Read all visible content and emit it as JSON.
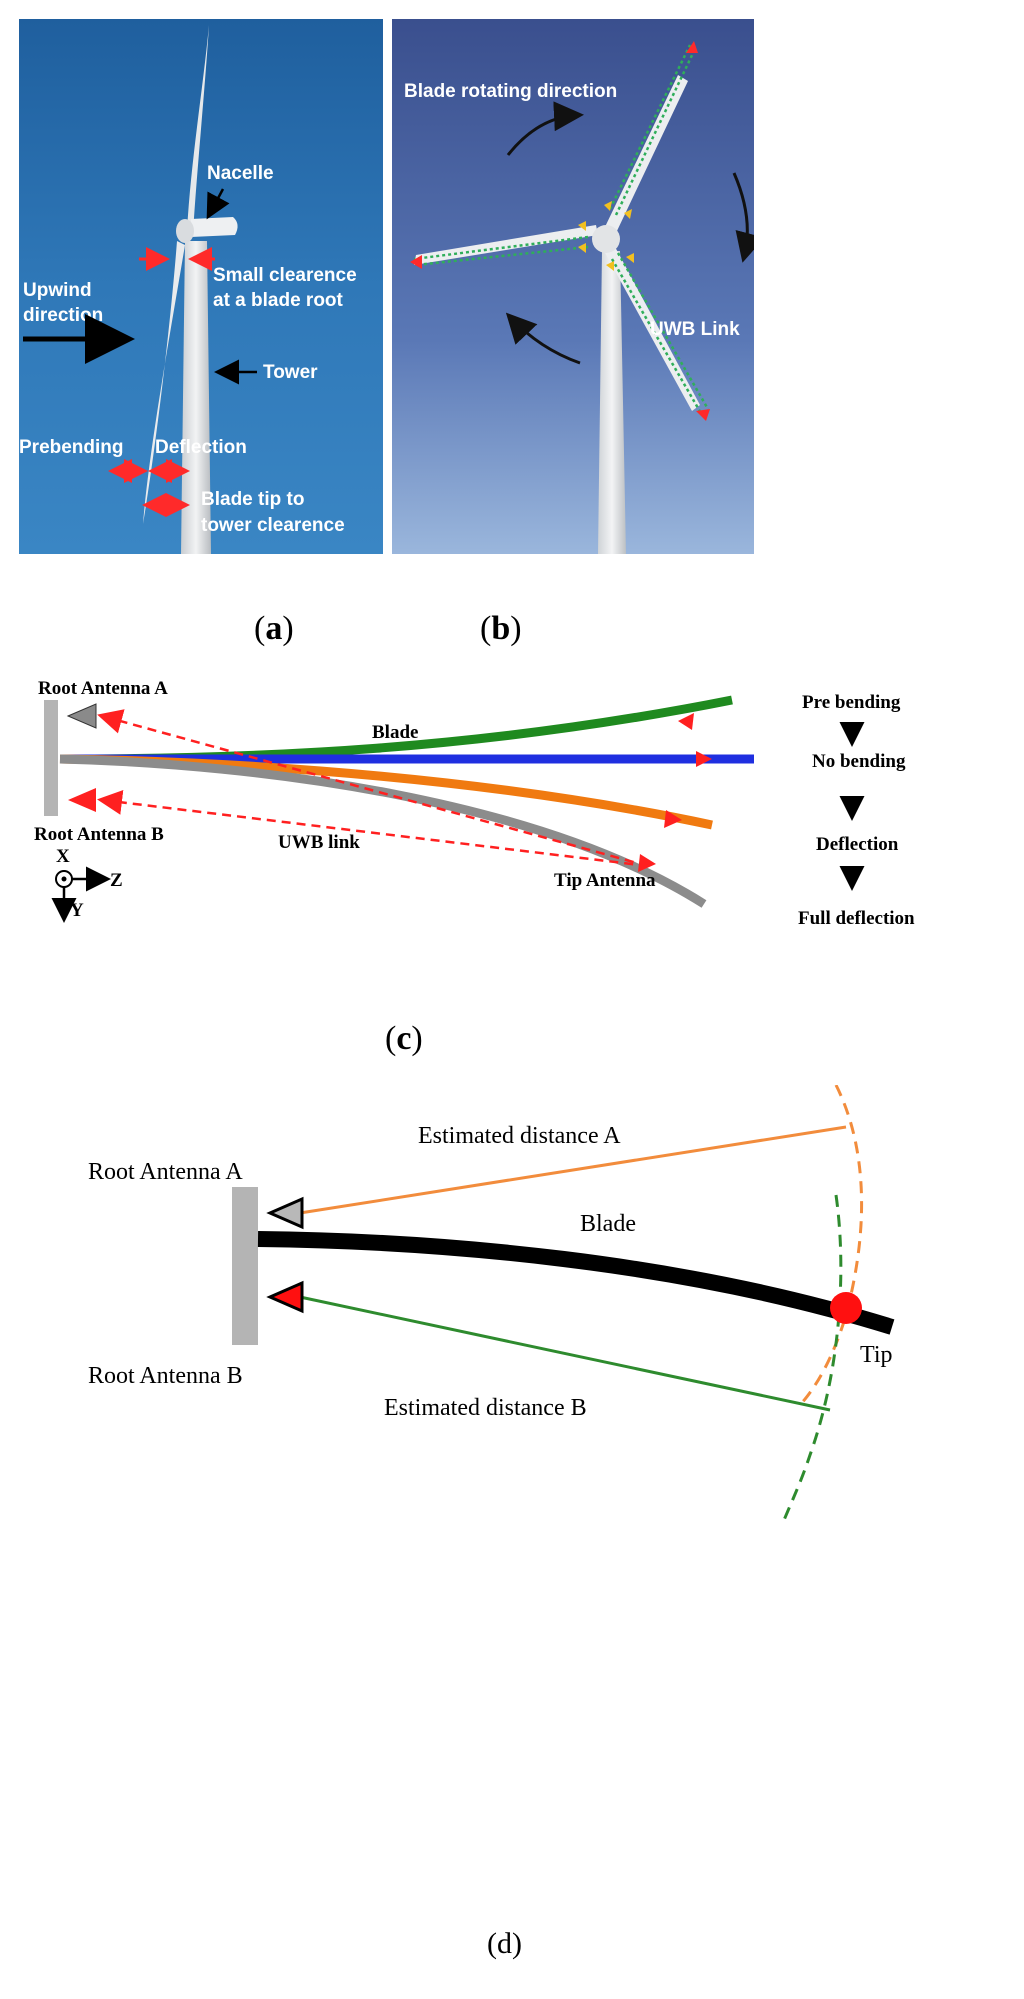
{
  "panel_a": {
    "label_nacelle": "Nacelle",
    "label_upwind_1": "Upwind",
    "label_upwind_2": "direction",
    "label_clearance_1": "Small clearence",
    "label_clearance_2": "at a blade root",
    "label_tower": "Tower",
    "label_prebending": "Prebending",
    "label_deflection": "Deflection",
    "label_tip_clear_1": "Blade tip to",
    "label_tip_clear_2": "tower clearence",
    "sublabel": "(a)"
  },
  "panel_b": {
    "label_rotating": "Blade rotating direction",
    "label_uwb": "UWB Link",
    "sublabel": "(b)"
  },
  "panel_c": {
    "root_a": "Root Antenna A",
    "root_b": "Root Antenna B",
    "blade": "Blade",
    "uwb_link": "UWB link",
    "tip_antenna": "Tip Antenna",
    "pre_bending": "Pre bending",
    "no_bending": "No bending",
    "deflection": "Deflection",
    "full_deflection": "Full deflection",
    "axis_x": "X",
    "axis_y": "Y",
    "axis_z": "Z",
    "sublabel": "(c)"
  },
  "panel_d": {
    "root_a": "Root Antenna A",
    "root_b": "Root Antenna B",
    "blade": "Blade",
    "tip": "Tip",
    "est_a": "Estimated distance A",
    "est_b": "Estimated distance B",
    "sublabel": "(d)"
  },
  "colors": {
    "sky_a": "#2f78b8",
    "sky_b": "#4a6aa8",
    "blade_pre": "#1f8a1f",
    "blade_none": "#1f2fe0",
    "blade_defl": "#f07a10",
    "blade_full": "#8c8c8c",
    "uwb": "#ff2020",
    "dist_a": "#f28c3c",
    "dist_b": "#2e8b2e"
  }
}
